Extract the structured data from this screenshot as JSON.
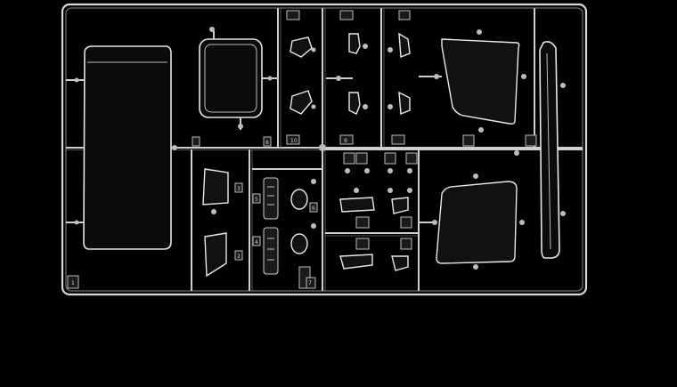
{
  "image": {
    "subject": "clear plastic model kit sprue on black background",
    "colors": {
      "background": "#000000",
      "plastic": "#e6e6e6",
      "dim_plastic": "#8a8a8a"
    }
  },
  "part_numbers": [
    "8",
    "10",
    "9",
    "3",
    "2",
    "5",
    "4",
    "6",
    "7",
    "1"
  ]
}
